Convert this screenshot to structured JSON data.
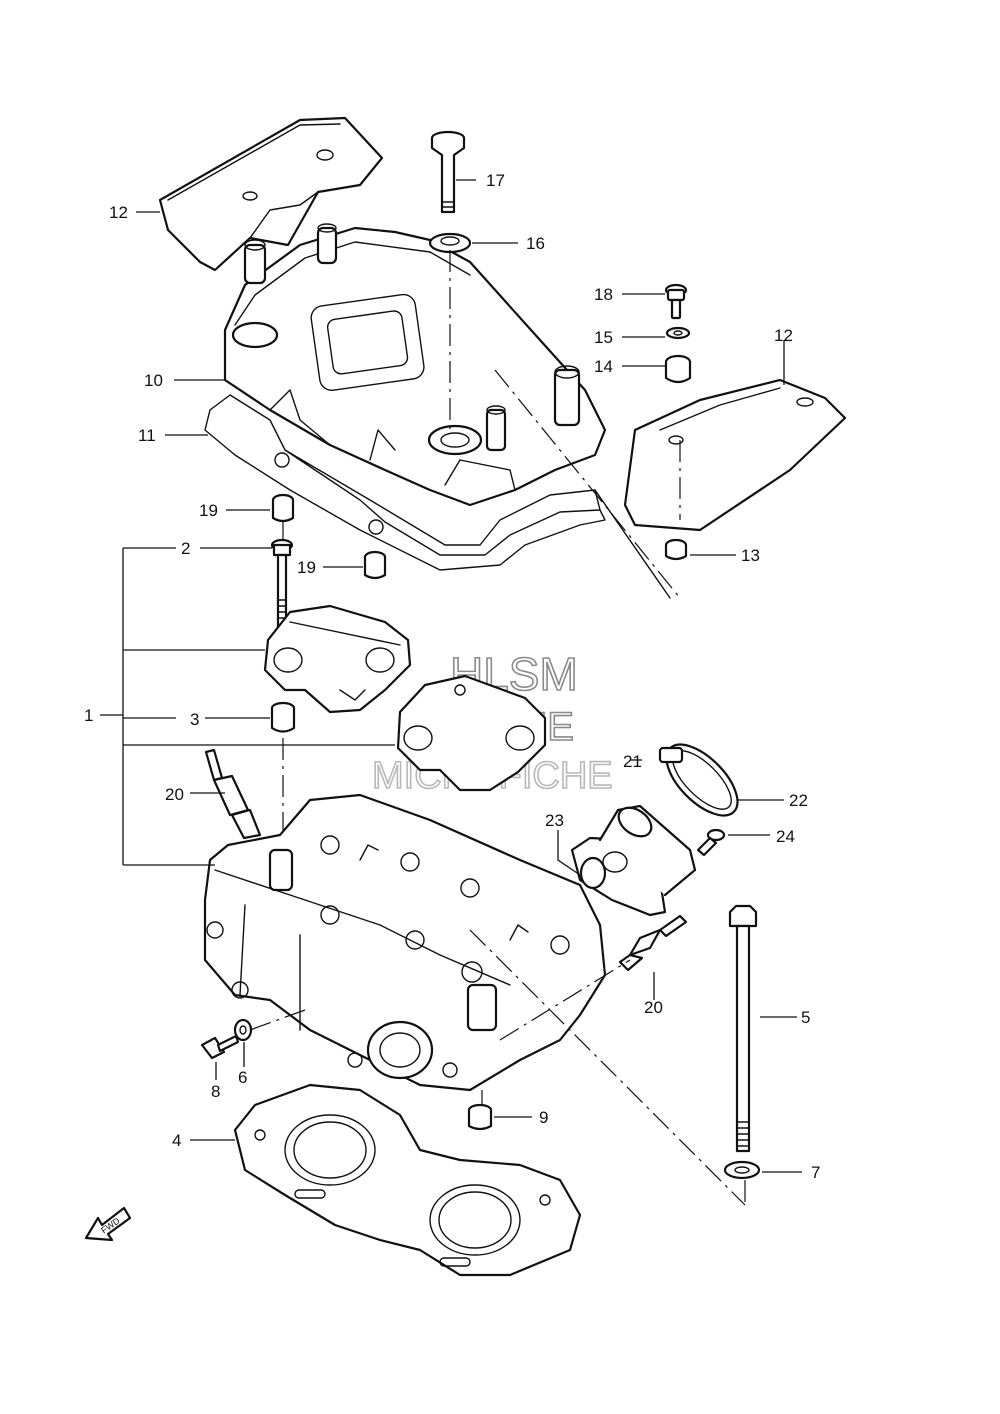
{
  "callouts": [
    {
      "id": "1",
      "label": "1"
    },
    {
      "id": "2",
      "label": "2"
    },
    {
      "id": "3",
      "label": "3"
    },
    {
      "id": "4",
      "label": "4"
    },
    {
      "id": "5",
      "label": "5"
    },
    {
      "id": "6",
      "label": "6"
    },
    {
      "id": "7",
      "label": "7"
    },
    {
      "id": "8",
      "label": "8"
    },
    {
      "id": "9",
      "label": "9"
    },
    {
      "id": "10",
      "label": "10"
    },
    {
      "id": "11",
      "label": "11"
    },
    {
      "id": "12a",
      "label": "12"
    },
    {
      "id": "12b",
      "label": "12"
    },
    {
      "id": "13",
      "label": "13"
    },
    {
      "id": "14",
      "label": "14"
    },
    {
      "id": "15",
      "label": "15"
    },
    {
      "id": "16",
      "label": "16"
    },
    {
      "id": "17",
      "label": "17"
    },
    {
      "id": "18",
      "label": "18"
    },
    {
      "id": "19a",
      "label": "19"
    },
    {
      "id": "19b",
      "label": "19"
    },
    {
      "id": "20a",
      "label": "20"
    },
    {
      "id": "20b",
      "label": "20"
    },
    {
      "id": "21",
      "label": "21"
    },
    {
      "id": "22",
      "label": "22"
    },
    {
      "id": "23",
      "label": "23"
    },
    {
      "id": "24",
      "label": "24"
    }
  ],
  "watermark": {
    "line1": "HLSM",
    "line2": "ONLINE",
    "line3": "MICROFICHE"
  },
  "fwd_label": "FWD"
}
